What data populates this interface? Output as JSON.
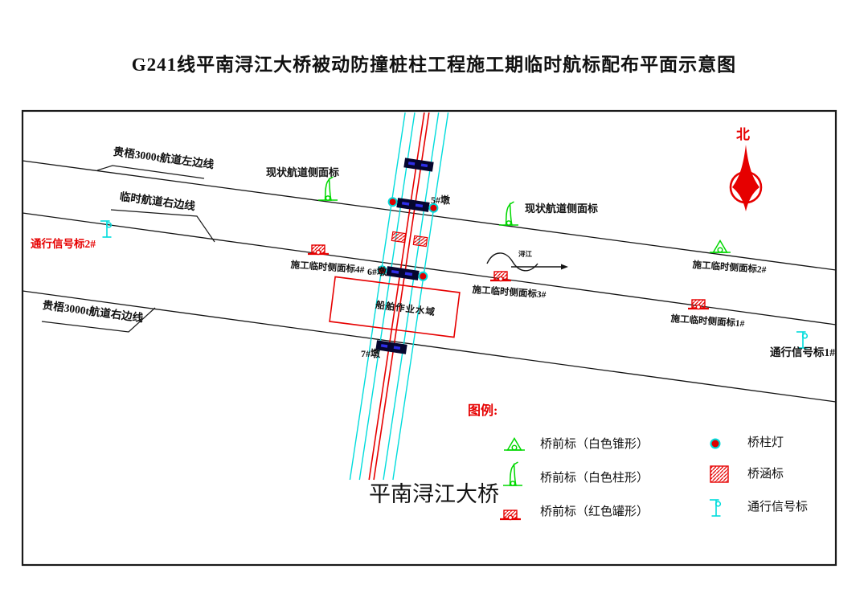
{
  "title": "G241线平南浔江大桥被动动防撞桩柱工程施工期临时航标配布平面示意图",
  "title_text": "G241线平南浔江大桥被动防撞桩柱工程施工期临时航标配布平面示意图",
  "compass": {
    "label": "北"
  },
  "channel_lines": {
    "guiwu_left": "贵梧3000t航道左边线",
    "linshi_right": "临时航道右边线",
    "guiwu_right": "贵梧3000t航道右边线"
  },
  "bridge": {
    "name": "平南浔江大桥",
    "piers": {
      "p5": "5#墩",
      "p6": "6#墩",
      "p7": "7#墩"
    }
  },
  "river": {
    "name": "浔江"
  },
  "work_area": {
    "label": "船舶作业水域"
  },
  "markers": {
    "existing_side_1": "现状航道侧面标",
    "existing_side_2": "现状航道侧面标",
    "construction_side_4": "施工临时侧面标4#",
    "construction_side_3": "施工临时侧面标3#",
    "construction_side_2": "施工临时侧面标2#",
    "construction_side_1": "施工临时侧面标1#",
    "signal_2": "通行信号标2#",
    "signal_1": "通行信号标1#"
  },
  "legend": {
    "title": "图例:",
    "items": [
      {
        "icon": "white-cone-marker",
        "label": "桥前标（白色锥形）"
      },
      {
        "icon": "white-column-marker",
        "label": "桥前标（白色柱形）"
      },
      {
        "icon": "red-can-marker",
        "label": "桥前标（红色罐形）"
      },
      {
        "icon": "pier-light",
        "label": "桥柱灯"
      },
      {
        "icon": "culvert-marker",
        "label": "桥涵标"
      },
      {
        "icon": "signal-marker",
        "label": "通行信号标"
      }
    ]
  },
  "colors": {
    "marker_green": "#00d800",
    "marker_red": "#e60000",
    "signal_cyan": "#00dcdc",
    "line_black": "#141414",
    "pier_navy": "#06062e"
  }
}
